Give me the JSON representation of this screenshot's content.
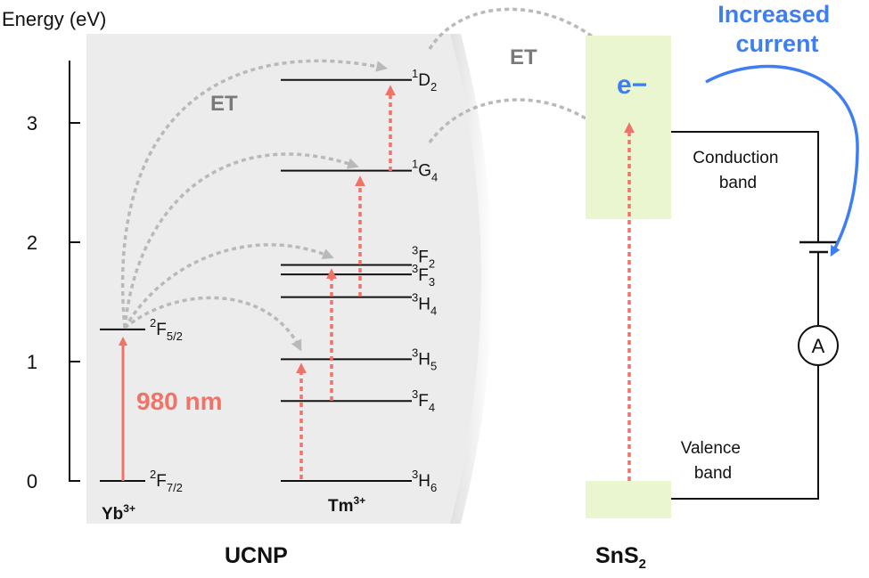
{
  "axis": {
    "title": "Energy (eV)",
    "ticks": [
      {
        "value": 0,
        "label": "0"
      },
      {
        "value": 1,
        "label": "1"
      },
      {
        "value": 2,
        "label": "2"
      },
      {
        "value": 3,
        "label": "3"
      }
    ]
  },
  "ucnp": {
    "label": "UCNP",
    "et_label": "ET",
    "yb": {
      "ion_base": "Yb",
      "ion_charge": "3+",
      "levels": [
        {
          "id": "2F72",
          "energy": 0.0,
          "sup": "2",
          "base": "F",
          "sub": "7/2"
        },
        {
          "id": "2F52",
          "energy": 1.27,
          "sup": "2",
          "base": "F",
          "sub": "5/2"
        }
      ],
      "excitation_label": "980 nm"
    },
    "tm": {
      "ion_base": "Tm",
      "ion_charge": "3+",
      "levels": [
        {
          "id": "3H6",
          "energy": 0.0,
          "sup": "3",
          "base": "H",
          "sub": "6"
        },
        {
          "id": "3F4",
          "energy": 0.67,
          "sup": "3",
          "base": "F",
          "sub": "4"
        },
        {
          "id": "3H5",
          "energy": 1.02,
          "sup": "3",
          "base": "H",
          "sub": "5"
        },
        {
          "id": "3H4",
          "energy": 1.54,
          "sup": "3",
          "base": "H",
          "sub": "4"
        },
        {
          "id": "3F3",
          "energy": 1.73,
          "sup": "3",
          "base": "F",
          "sub": "3"
        },
        {
          "id": "3F2",
          "energy": 1.81,
          "sup": "3",
          "base": "F",
          "sub": "2"
        },
        {
          "id": "1G4",
          "energy": 2.6,
          "sup": "1",
          "base": "G",
          "sub": "4"
        },
        {
          "id": "1D2",
          "energy": 3.36,
          "sup": "1",
          "base": "D",
          "sub": "2"
        }
      ]
    }
  },
  "sns2": {
    "label_base": "SnS",
    "label_sub": "2",
    "et_label": "ET",
    "electron_label": "e−",
    "conduction_band_label": [
      "Conduction",
      "band"
    ],
    "valence_band_label": [
      "Valence",
      "band"
    ],
    "increased_current_label": [
      "Increased",
      "current"
    ],
    "ammeter_label": "A"
  },
  "colors": {
    "arrow_red": "#f07367",
    "et_gray": "#b9b9b9",
    "band_green": "#eaf6cf",
    "panel_gray": "#ececec",
    "current_blue": "#3f7ef0"
  }
}
